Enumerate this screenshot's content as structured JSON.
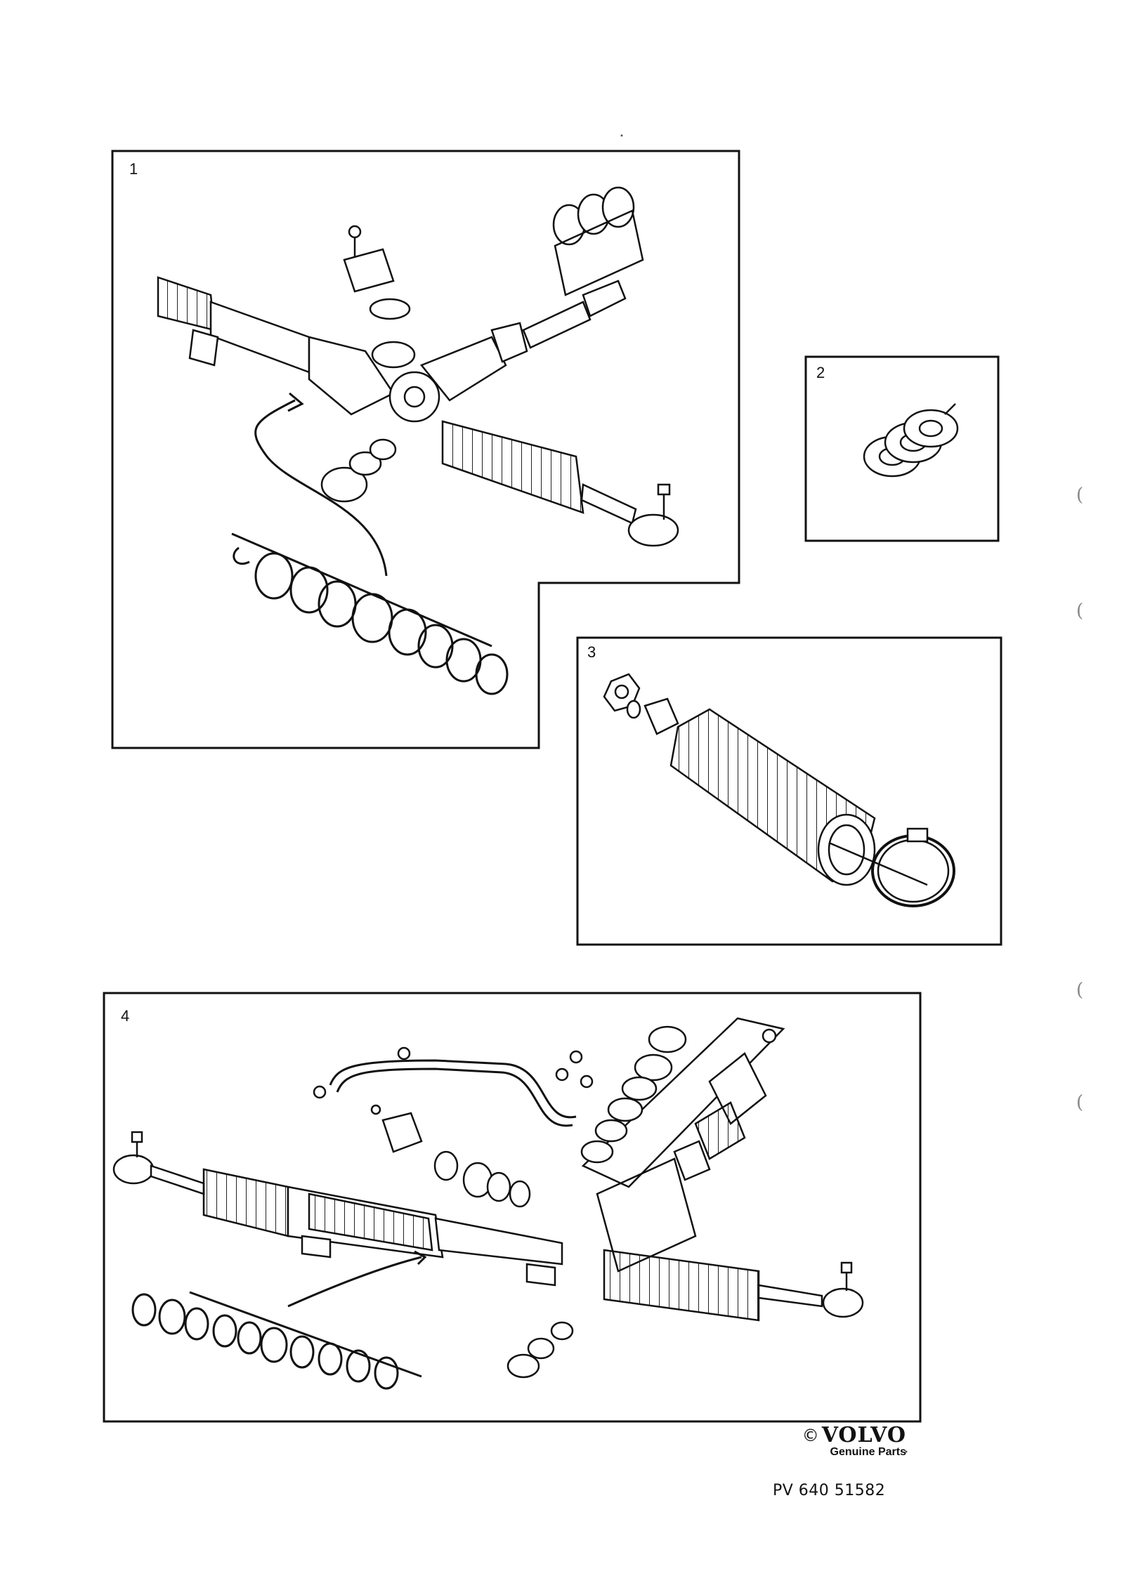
{
  "panels": [
    {
      "label": "1"
    },
    {
      "label": "2"
    },
    {
      "label": "3"
    },
    {
      "label": "4"
    }
  ],
  "footer": {
    "copyright_symbol": "©",
    "brand": "VOLVO",
    "subbrand": "Genuine Parts",
    "part_number": "PV 640 51582"
  },
  "margin_marks": [
    "(",
    "(",
    "(",
    "("
  ]
}
